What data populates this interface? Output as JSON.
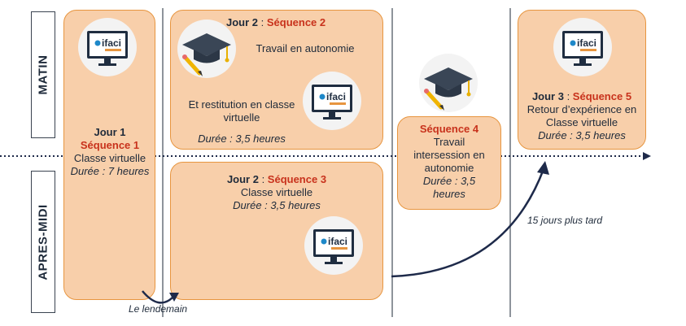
{
  "periods": {
    "morning": "MATIN",
    "afternoon": "APRES-MIDI"
  },
  "day1": {
    "title": "Jour 1",
    "sequence": "Séquence 1",
    "type": "Classe virtuelle",
    "duration": "Durée : 7 heures"
  },
  "seq2": {
    "day": "Jour 2",
    "sep": " : ",
    "sequence": "Séquence 2",
    "line1": "Travail en autonomie",
    "line2": "Et restitution en classe virtuelle",
    "duration": "Durée : 3,5 heures"
  },
  "seq3": {
    "day": "Jour 2",
    "sep": " : ",
    "sequence": "Séquence 3",
    "type": "Classe virtuelle",
    "duration": "Durée : 3,5 heures"
  },
  "seq4": {
    "sequence": "Séquence 4",
    "line1": "Travail",
    "line2": "intersession en",
    "line3": "autonomie",
    "duration1": "Durée : 3,5",
    "duration2": "heures"
  },
  "seq5": {
    "day": "Jour 3",
    "sep": " : ",
    "sequence": "Séquence 5",
    "line1": "Retour d’expérience en",
    "line2": "Classe virtuelle",
    "duration": "Durée : 3,5 heures"
  },
  "labels": {
    "next_day": "Le lendemain",
    "later": "15 jours plus tard"
  },
  "logo": {
    "text": "ifaci"
  },
  "colors": {
    "card_fill": "#f8cfaa",
    "card_border": "#e7953f",
    "accent": "#c8321c",
    "text": "#1e2a3a"
  },
  "icons": [
    "monitor-logo-icon",
    "graduation-cap-icon"
  ]
}
